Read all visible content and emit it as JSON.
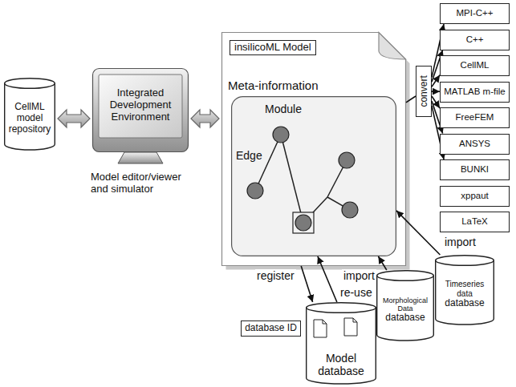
{
  "diagram": {
    "nodes": [
      {
        "text": [
          "CellML model repository"
        ]
      },
      {
        "text": [
          "Integrated Development Environment",
          "Model editor/viewer and simulator"
        ]
      },
      {
        "text": [
          "insilicoML Model",
          "Meta-information"
        ]
      },
      {
        "text": [
          "Module",
          "Edge"
        ],
        "in": 2
      },
      {
        "text": [
          "convert"
        ]
      },
      {
        "text": [
          "MPI-C++"
        ]
      },
      {
        "text": [
          "C++"
        ]
      },
      {
        "text": [
          "CellML"
        ]
      },
      {
        "text": [
          "MATLAB m-file"
        ]
      },
      {
        "text": [
          "FreeFEM"
        ]
      },
      {
        "text": [
          "ANSYS"
        ]
      },
      {
        "text": [
          "BUNKI"
        ]
      },
      {
        "text": [
          "xppaut"
        ]
      },
      {
        "text": [
          "LaTeX"
        ]
      },
      {
        "text": [
          "database ID"
        ]
      },
      {
        "text": [
          "Model database"
        ]
      },
      {
        "text": [
          "Morphological Data",
          "database"
        ]
      },
      {
        "text": [
          "Timeseries data",
          "database"
        ]
      }
    ],
    "edges": [
      {
        "from": 0,
        "to": 1,
        "arrow": "both"
      },
      {
        "from": 1,
        "to": 2,
        "arrow": "both"
      },
      {
        "from": 2,
        "to": 4,
        "arrow": "none"
      },
      {
        "from": 4,
        "to": 5,
        "arrow": "to"
      },
      {
        "from": 4,
        "to": 6,
        "arrow": "to"
      },
      {
        "from": 4,
        "to": 7,
        "arrow": "to"
      },
      {
        "from": 4,
        "to": 8,
        "arrow": "to"
      },
      {
        "from": 4,
        "to": 9,
        "arrow": "to"
      },
      {
        "from": 4,
        "to": 10,
        "arrow": "to"
      },
      {
        "from": 4,
        "to": 11,
        "arrow": "to"
      },
      {
        "from": 2,
        "to": 15,
        "arrow": "to",
        "label": "register"
      },
      {
        "from": 15,
        "to": 3,
        "arrow": "to",
        "label": "re-use"
      },
      {
        "from": 16,
        "to": 3,
        "arrow": "to",
        "label": "import"
      },
      {
        "from": 17,
        "to": 3,
        "arrow": "to",
        "label": "import"
      }
    ]
  }
}
